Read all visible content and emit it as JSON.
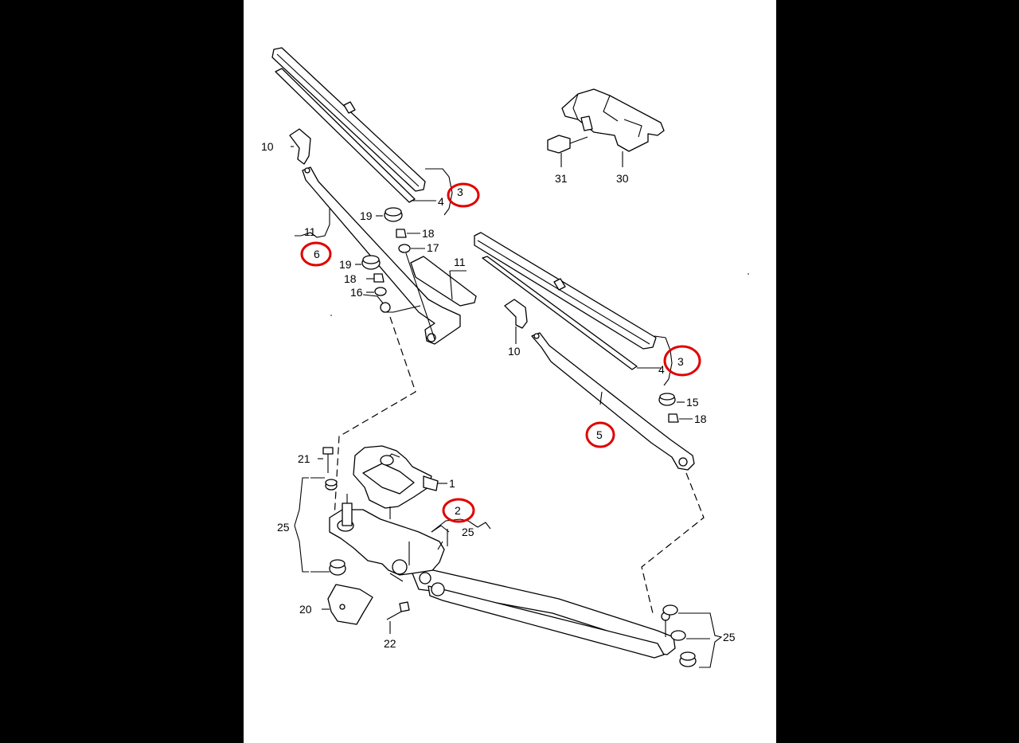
{
  "colors": {
    "background": "#000000",
    "sheet": "#ffffff",
    "highlight": "#e00000",
    "ink": "#000000"
  },
  "labels": {
    "wiper_arm_left": "10",
    "wiper_arm_right": "10",
    "cover_upper": "11",
    "cover_lower": "11",
    "arm_assembly_left": "6",
    "arm_assembly_right": "5",
    "wiper_blade_left": "3",
    "wiper_blade_right": "3",
    "blade_insert_left": "4",
    "blade_insert_right": "4",
    "cap_19_upper": "19",
    "cap_19_lower": "19",
    "nut_18_upper": "18",
    "nut_18_lower": "18",
    "nut_18_right": "18",
    "washer_17": "17",
    "washer_16": "16",
    "cap_15": "15",
    "pump": "30",
    "connector": "31",
    "motor": "1",
    "linkage_frame": "2",
    "bushing_25_left": "25",
    "bushing_25_mid": "25",
    "bushing_25_right": "25",
    "bolt_21": "21",
    "bracket_20": "20",
    "bolt_22": "22"
  }
}
